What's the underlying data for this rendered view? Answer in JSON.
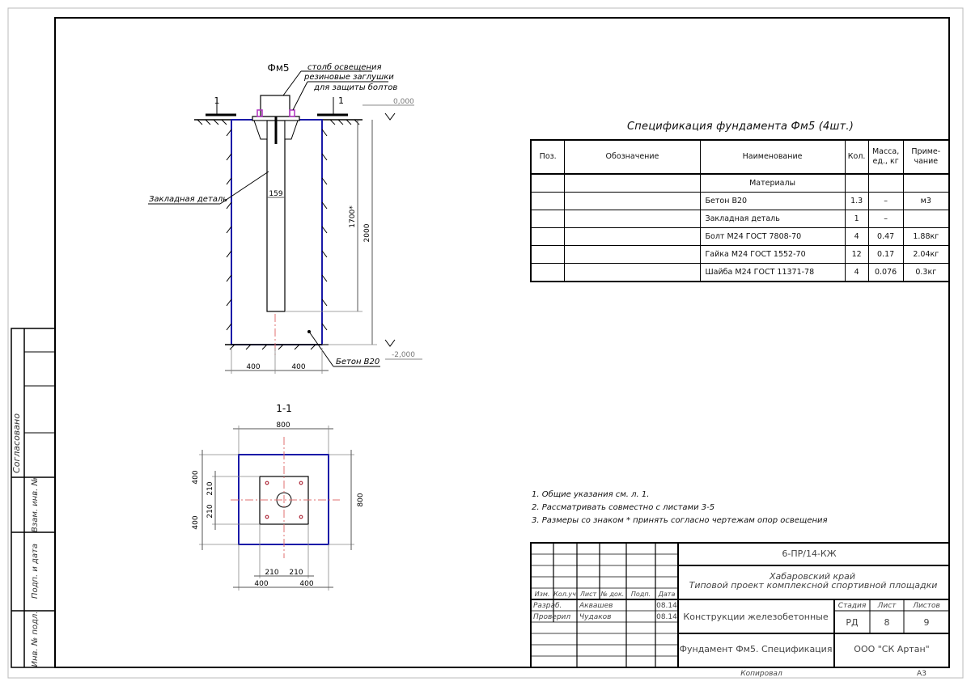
{
  "drawing": {
    "section_label": "Фм5",
    "cut_label": "1",
    "annotations": {
      "pole": "столб освещения",
      "plugs_line1": "резиновые заглушки",
      "plugs_line2": "для защиты болтов",
      "embedded": "Закладная деталь",
      "concrete": "Бетон В20"
    },
    "levels": {
      "top": "0,000",
      "bottom": "-2,000"
    },
    "dims": {
      "pole_width": "159",
      "depth_pole": "1700*",
      "depth_total": "2000",
      "half_left": "400",
      "half_right": "400"
    },
    "plan": {
      "title": "1-1",
      "top_width": "800",
      "right_height": "800",
      "left_400_top": "400",
      "left_210_top": "210",
      "left_210_bottom": "210",
      "left_400_bottom": "400",
      "bottom_210_left": "210",
      "bottom_210_right": "210",
      "bottom_400_left": "400",
      "bottom_400_right": "400"
    }
  },
  "spec": {
    "title": "Спецификация фундамента Фм5 (4шт.)",
    "headers": [
      "Поз.",
      "Обозначение",
      "Наименование",
      "Кол.",
      "Масса, ед., кг",
      "Приме-чание"
    ],
    "headers_display": {
      "pos": "Поз.",
      "designation": "Обозначение",
      "name": "Наименование",
      "qty": "Кол.",
      "mass_line1": "Масса,",
      "mass_line2": "ед., кг",
      "note_line1": "Приме-",
      "note_line2": "чание"
    },
    "rows": [
      {
        "pos": "",
        "designation": "",
        "name": "Материалы",
        "qty": "",
        "mass": "",
        "note": "",
        "section": true
      },
      {
        "pos": "",
        "designation": "",
        "name": "Бетон В20",
        "qty": "1.3",
        "mass": "–",
        "note": "м3"
      },
      {
        "pos": "",
        "designation": "",
        "name": "Закладная деталь",
        "qty": "1",
        "mass": "–",
        "note": ""
      },
      {
        "pos": "",
        "designation": "",
        "name": "Болт М24 ГОСТ 7808-70",
        "qty": "4",
        "mass": "0.47",
        "note": "1.88кг"
      },
      {
        "pos": "",
        "designation": "",
        "name": "Гайка М24 ГОСТ 1552-70",
        "qty": "12",
        "mass": "0.17",
        "note": "2.04кг"
      },
      {
        "pos": "",
        "designation": "",
        "name": "Шайба М24 ГОСТ 11371-78",
        "qty": "4",
        "mass": "0.076",
        "note": "0.3кг"
      }
    ]
  },
  "notes": [
    "1. Общие указания см. л. 1.",
    "2. Рассматривать совместно с листами 3-5",
    "3. Размеры со знаком * принять согласно чертежам опор освещения"
  ],
  "stamp": {
    "code": "6-ПР/14-КЖ",
    "project_line1": "Хабаровский край",
    "project_line2": "Типовой проект комплексной спортивной площадки",
    "section_name": "Конструкции железобетонные",
    "sheet_name": "Фундамент Фм5. Спецификация",
    "company": "ООО \"СК Артан\"",
    "col_headers": [
      "Изм.",
      "Кол.уч",
      "Лист",
      "№ док.",
      "Подп.",
      "Дата"
    ],
    "stage_label": "Стадия",
    "sheet_label": "Лист",
    "sheets_label": "Листов",
    "stage": "РД",
    "sheet": "8",
    "sheets": "9",
    "developed_label": "Разраб.",
    "developed_by": "Аквашев",
    "developed_date": "08.14",
    "checked_label": "Проверил",
    "checked_by": "Чудаков",
    "checked_date": "08.14",
    "copied": "Копировал",
    "format": "А3"
  },
  "side_stamp": {
    "agreed": "Согласовано",
    "replace_inv": "Взам. инв. №",
    "sign_date": "Подп. и дата",
    "inv_orig": "Инв. № подл."
  },
  "colors": {
    "frame": "#000000",
    "pit": "#1a1aa8",
    "axis": "#e07070",
    "plug": "#b030c0",
    "dim": "#555555"
  }
}
